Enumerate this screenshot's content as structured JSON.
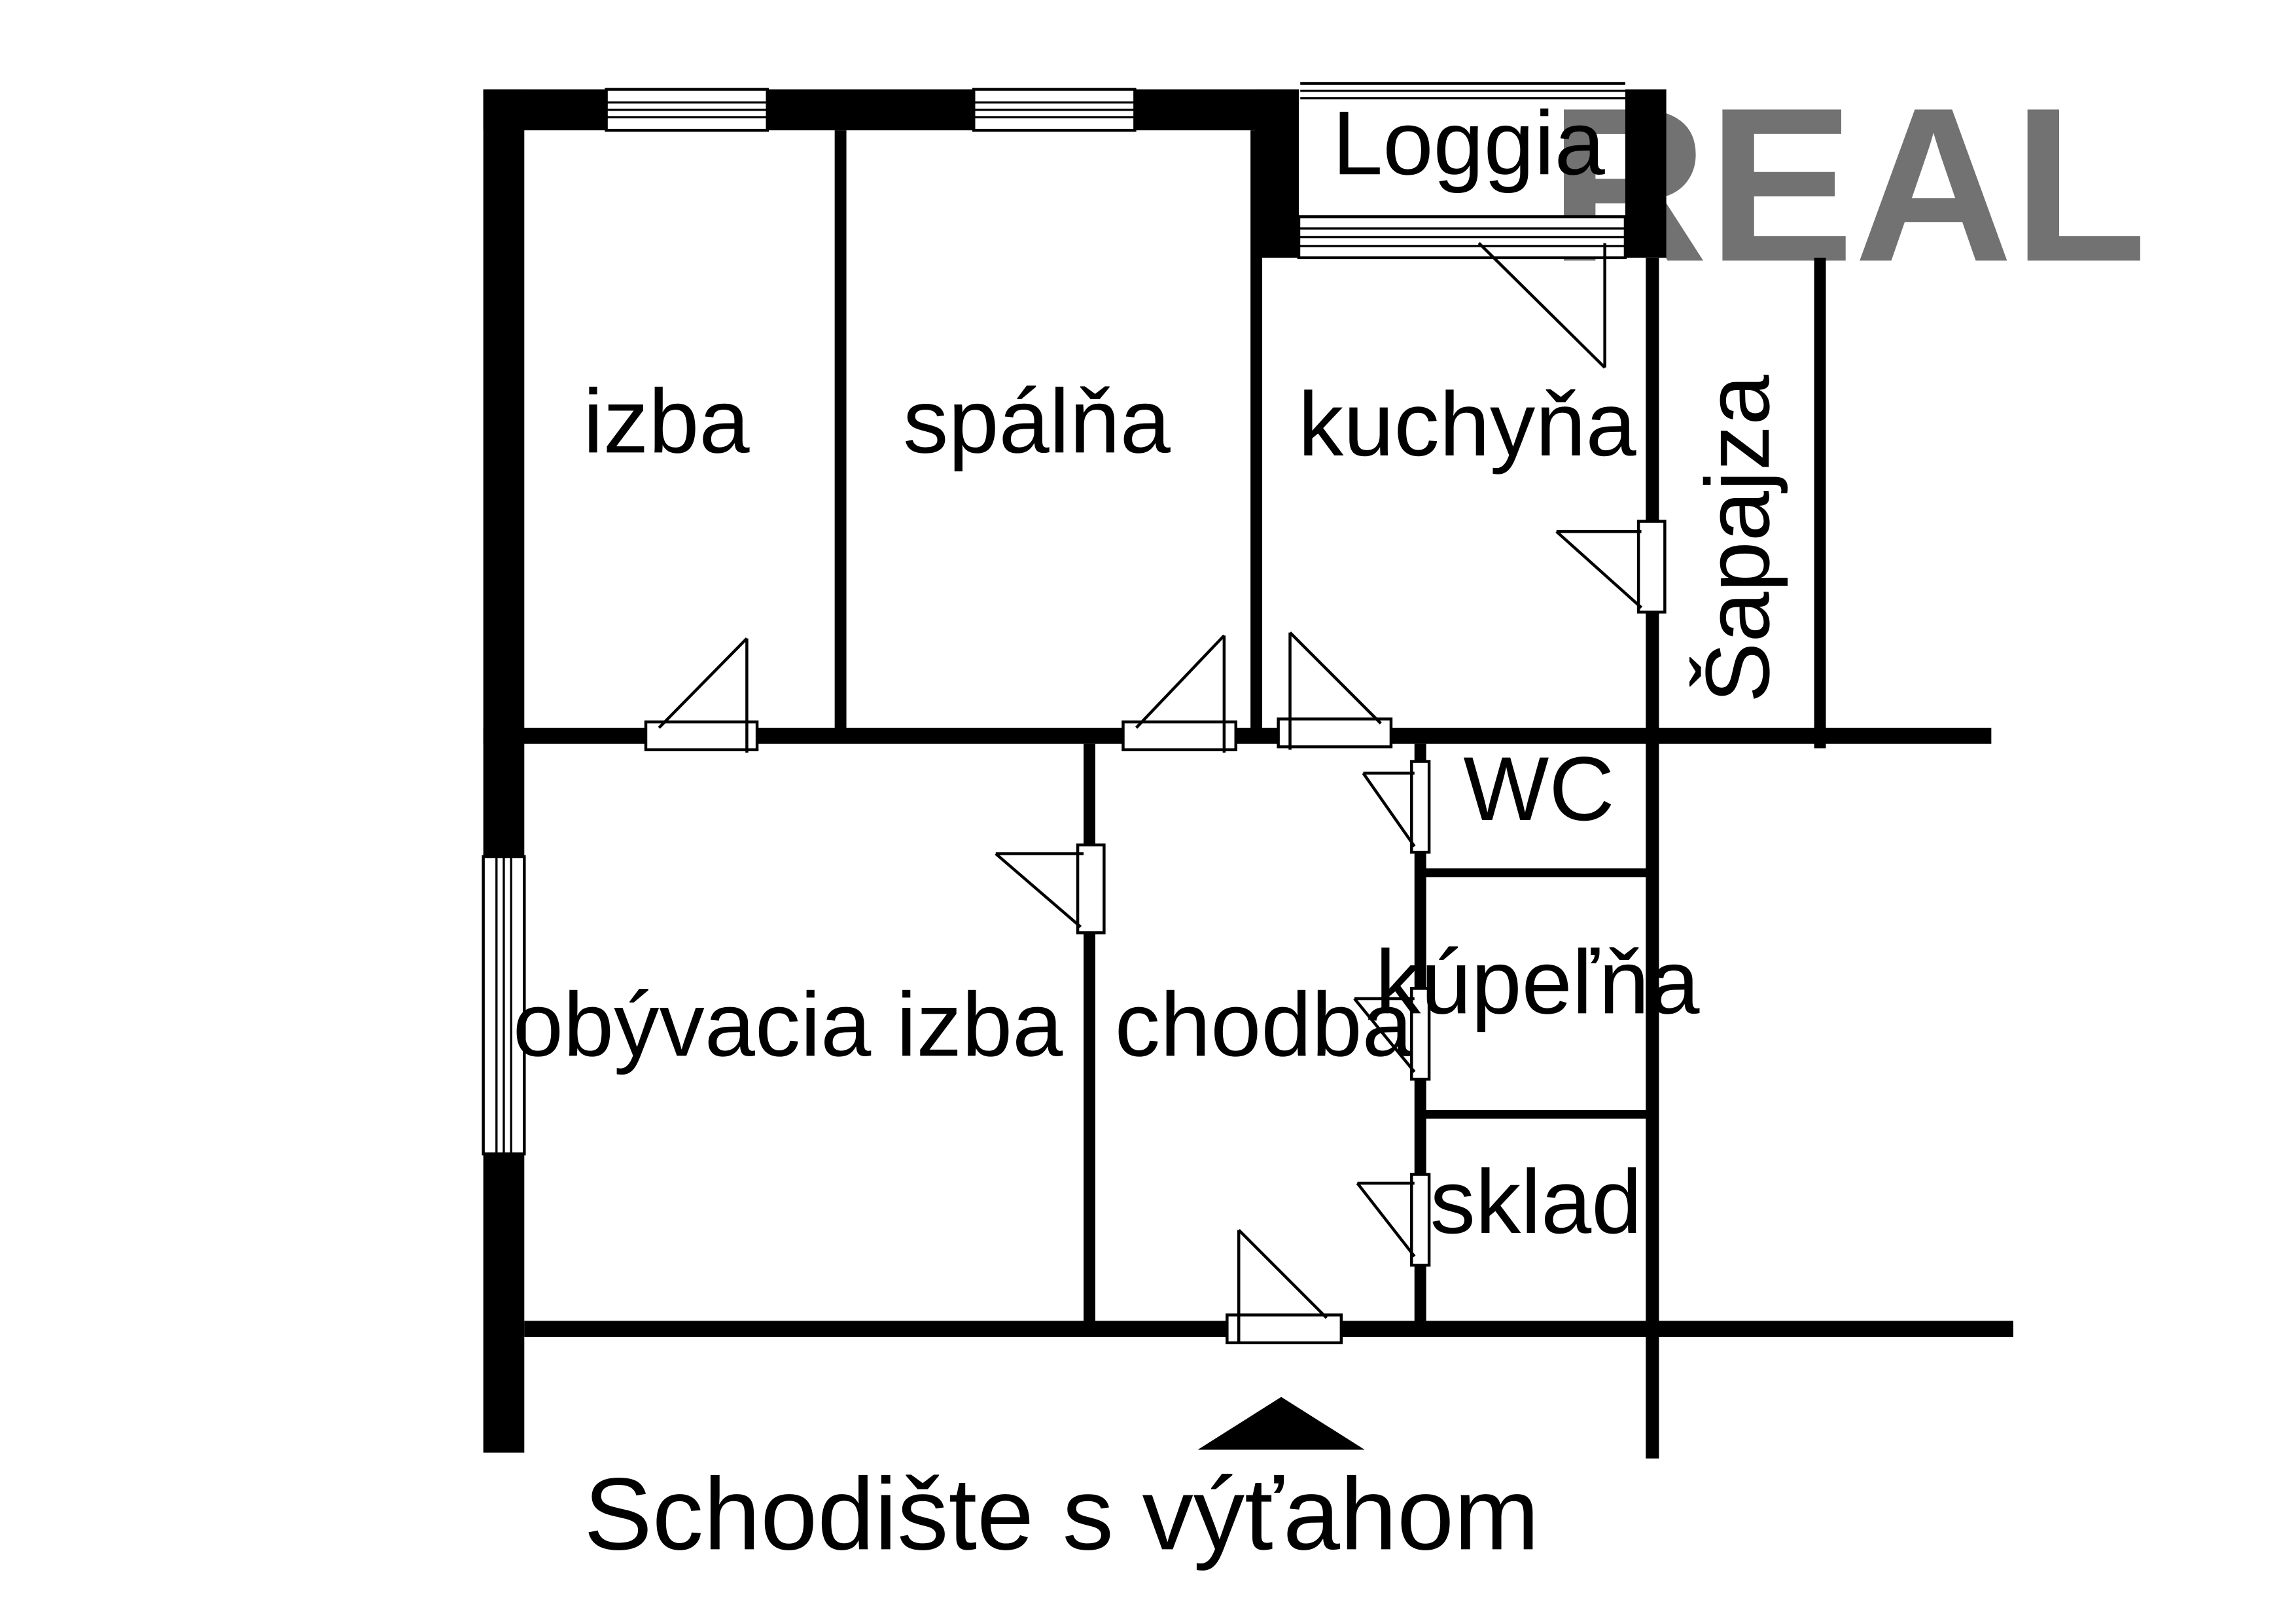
{
  "plan": {
    "rooms": {
      "loggia": "Loggia",
      "izba": "izba",
      "spalna": "spálňa",
      "kuchyna": "kuchyňa",
      "sapajza": "Šapajza",
      "wc": "WC",
      "kupelna": "kúpeľňa",
      "obyvacia_izba": "obývacia izba",
      "chodba": "chodba",
      "sklad": "sklad"
    },
    "caption": "Schodište s výťahom",
    "watermark": "REAL"
  },
  "colors": {
    "wall": "#000000",
    "background": "#ffffff",
    "watermark": "#a0a0a0"
  }
}
